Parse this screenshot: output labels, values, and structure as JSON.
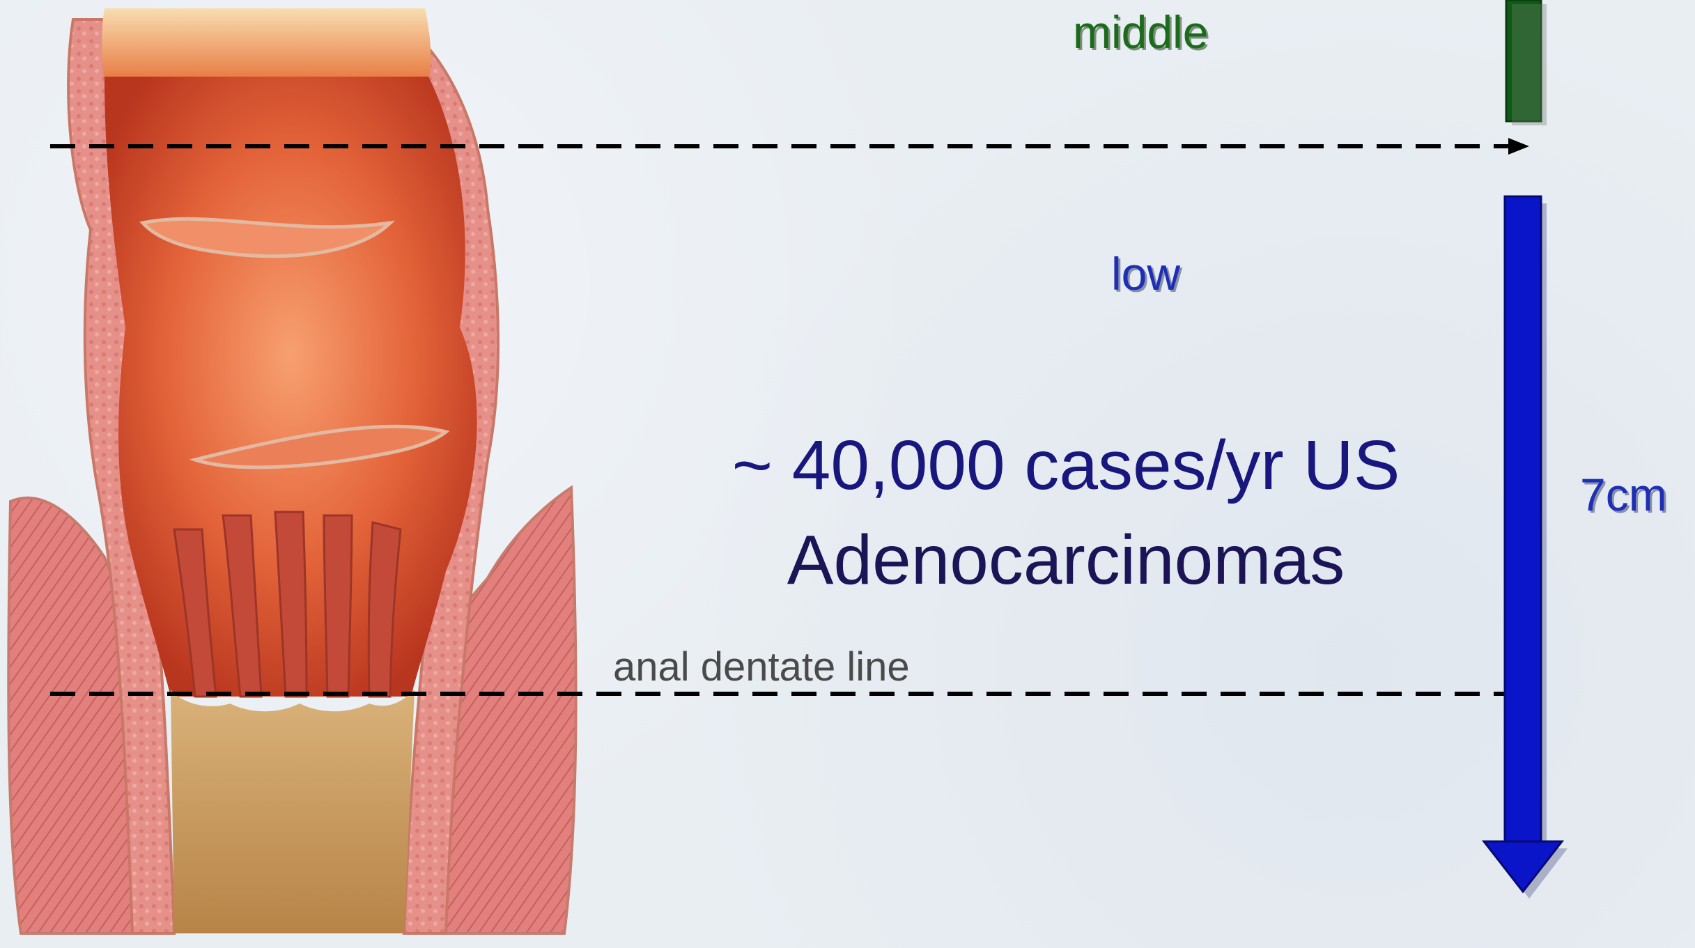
{
  "labels": {
    "middle": "middle",
    "low": "low",
    "distance": "7cm",
    "dentate_line": "anal dentate line"
  },
  "stat": {
    "cases": "~ 40,000 cases/yr US",
    "type": "Adenocarcinomas"
  },
  "colors": {
    "middle_bar": "#0f5a14",
    "low_arrow": "#0a14c8",
    "dashed_line": "#000000",
    "tissue_outer": "#e0837f",
    "lumen": "#d9582e",
    "anal_canal": "#c9a063"
  },
  "illustration": {
    "subject": "rectum-anal-canal-cross-section"
  }
}
